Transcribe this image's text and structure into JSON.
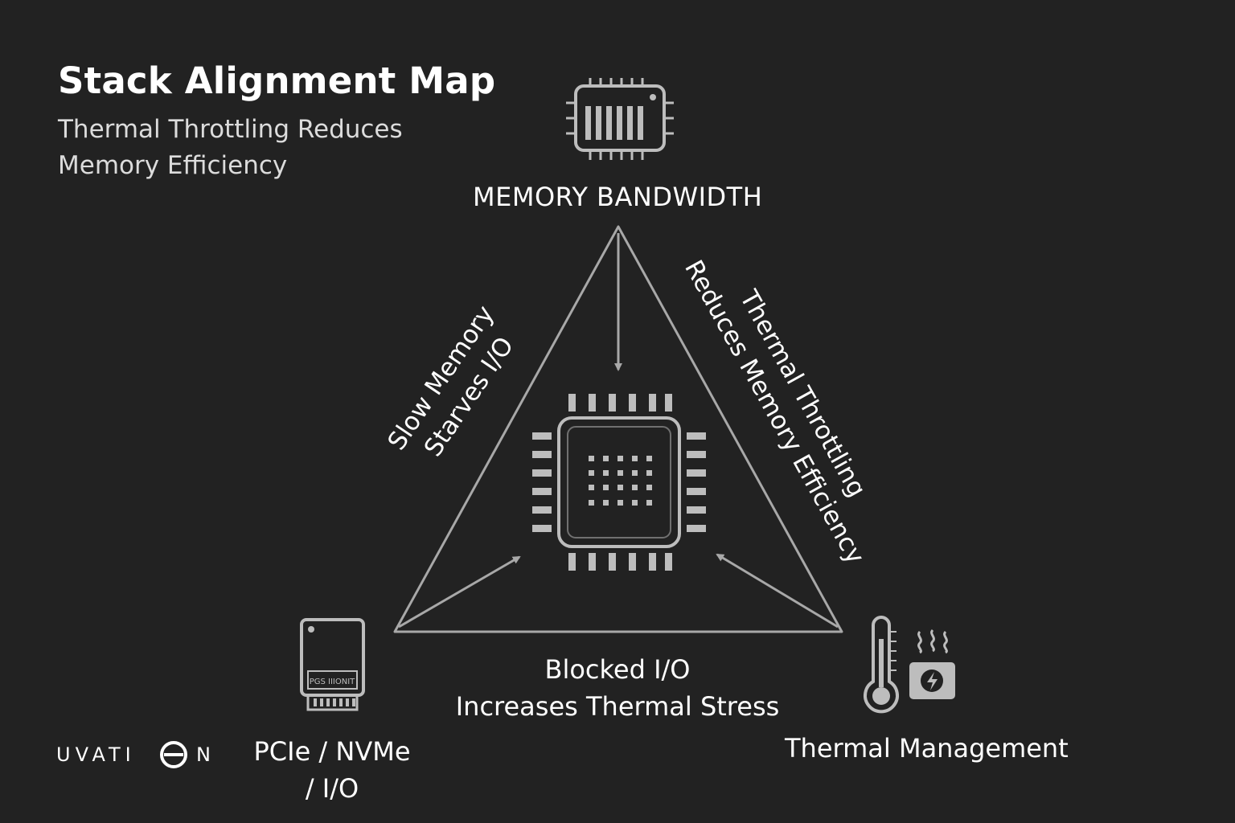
{
  "header": {
    "title": "Stack Alignment Map",
    "subtitle_line1": "Thermal Throttling Reduces",
    "subtitle_line2": "Memory Efficiency"
  },
  "nodes": {
    "memory": {
      "label": "MEMORY BANDWIDTH",
      "icon": "memory-chip-icon"
    },
    "pcie": {
      "label_line1": "PCIe / NVMe",
      "label_line2": "/ I/O",
      "icon": "ssd-card-icon",
      "chip_text": "PGS IIIONIT"
    },
    "thermal": {
      "label": "Thermal Management",
      "icon": "thermometer-heat-icon"
    },
    "processor": {
      "icon": "processor-chip-icon"
    }
  },
  "edges": {
    "left_line1": "Slow Memory",
    "left_line2": "Starves I/O",
    "right_line1": "Thermal Throttling",
    "right_line2": "Reduces Memory Efficiency",
    "bottom_line1": "Blocked I/O",
    "bottom_line2": "Increases Thermal Stress"
  },
  "logo": {
    "text_left": "UVATI",
    "text_right": "N"
  },
  "colors": {
    "background": "#222222",
    "line": "#a8a8a8",
    "text": "#ffffff",
    "icon": "#bdbdbd"
  }
}
